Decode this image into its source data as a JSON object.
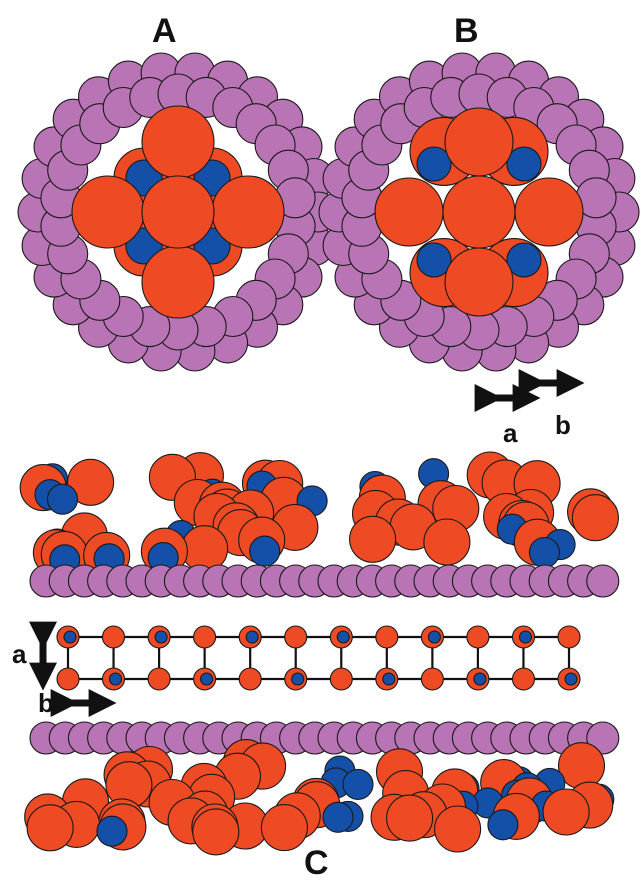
{
  "panels": {
    "a": {
      "label": "A"
    },
    "b": {
      "label": "B"
    },
    "c": {
      "label": "C"
    }
  },
  "axis_labels": {
    "top_a": "a",
    "top_b": "b",
    "side_a": "a",
    "side_b": "b"
  },
  "colors": {
    "wall": "#b874b4",
    "large_atom": "#ee4a23",
    "small_atom": "#1450a8",
    "outline": "#1a1a1a"
  }
}
